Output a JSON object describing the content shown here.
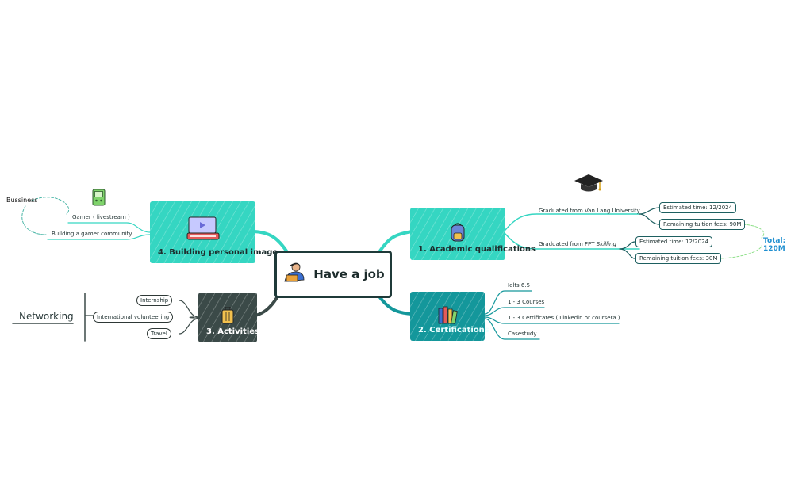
{
  "central": {
    "label": "Have a job",
    "icon": "person-with-laptop-icon"
  },
  "branches": {
    "academic": {
      "label": "1. Academic qualifications",
      "icon": "backpack-icon"
    },
    "certifications": {
      "label": "2. Certifications",
      "icon": "books-icon"
    },
    "activities": {
      "label": "3. Activities",
      "icon": "suitcase-icon"
    },
    "personal": {
      "label": "4. Building personal image",
      "icon": "gaming-setup-icon"
    }
  },
  "academic": {
    "van_lang": {
      "label": "Graduated from Van Lang University",
      "estimated": "Estimated time: 12/2024",
      "fees": "Remaining tuition fees: 90M"
    },
    "fpt": {
      "label_prefix": "Graduated from FPT ",
      "label_italic": "Skilling",
      "estimated": "Estimated time: 12/2024",
      "fees": "Remaining tuition fees: 30M"
    },
    "total": "Total: 120M"
  },
  "certifications": {
    "items": [
      "Ielts 6.5",
      "1 - 3 Courses",
      "1 - 3 Certificates ( Linkedin or coursera )",
      "Casestudy"
    ]
  },
  "activities": {
    "items": [
      "Internship",
      "International volunteering",
      "Travel"
    ],
    "group": "Networking"
  },
  "personal": {
    "items": [
      "Gamer ( livestream )",
      "Building a gamer community"
    ],
    "group": "Bussiness"
  },
  "colors": {
    "teal_light": "#35d6c2",
    "teal_dark": "#14979b",
    "slate": "#3b4a48",
    "total": "#1f8fd0"
  }
}
